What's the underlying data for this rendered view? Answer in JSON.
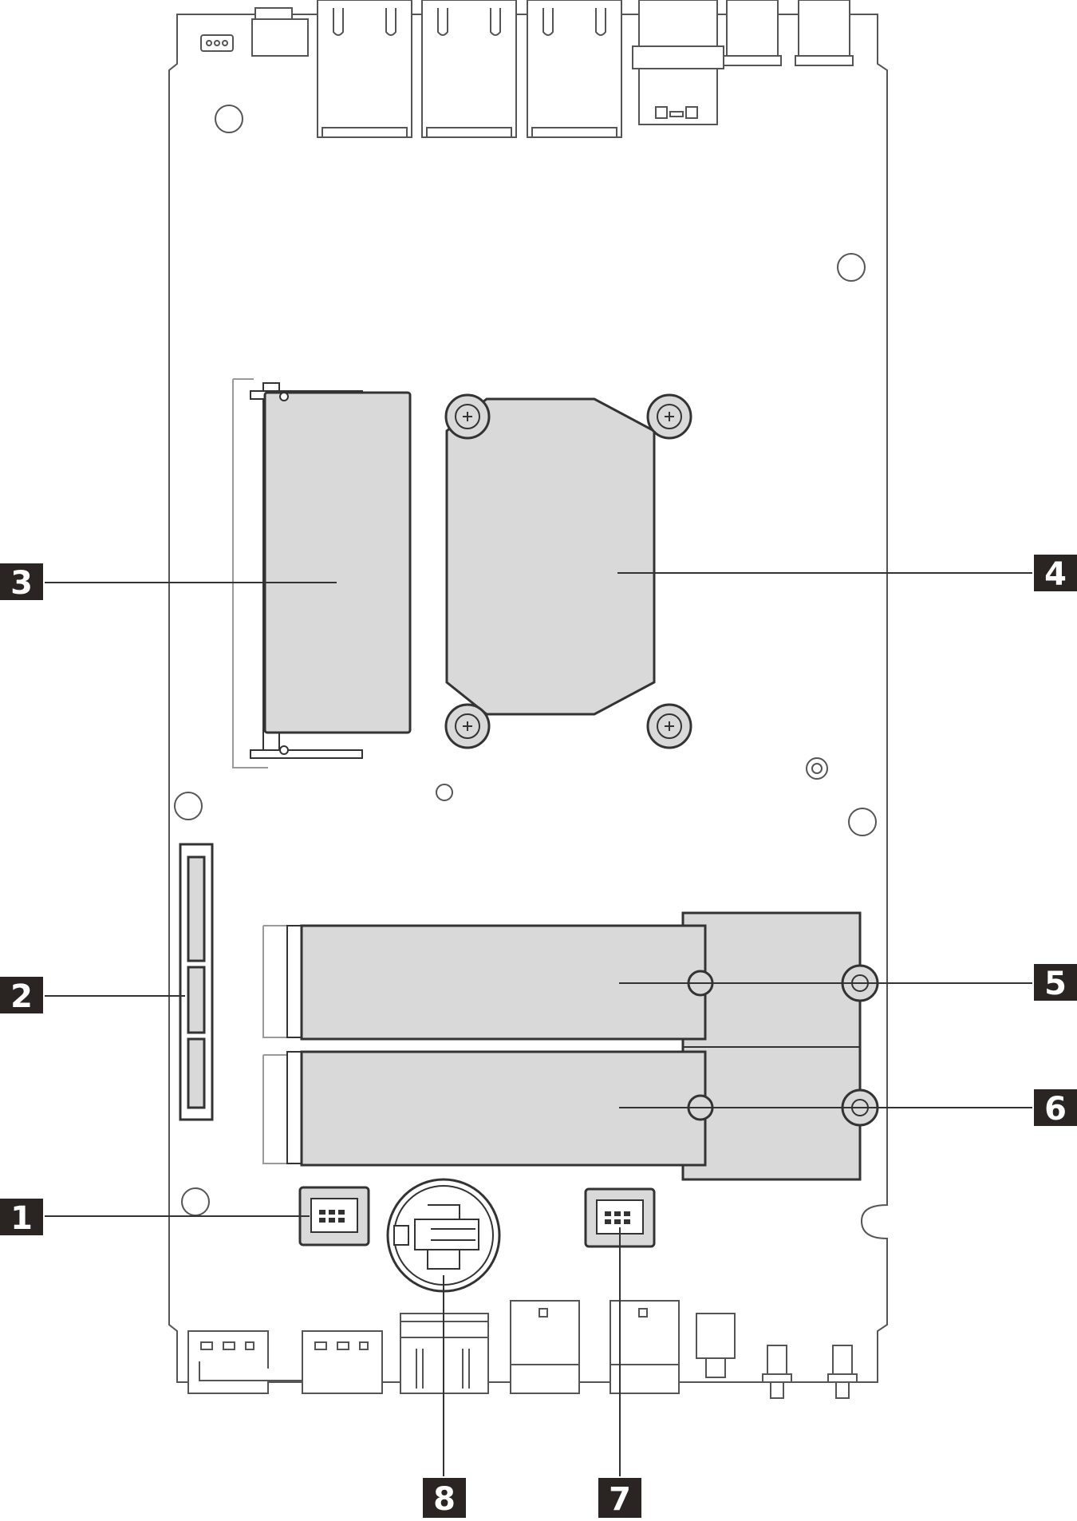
{
  "diagram": {
    "colors": {
      "outline": "#333333",
      "light_outline": "#9a9a9a",
      "component_fill": "#d9d9d9",
      "board_fill": "#ffffff",
      "callout_bg": "#2a2523",
      "callout_text": "#ffffff"
    },
    "callouts": [
      {
        "id": "1",
        "label": "1"
      },
      {
        "id": "2",
        "label": "2"
      },
      {
        "id": "3",
        "label": "3"
      },
      {
        "id": "4",
        "label": "4"
      },
      {
        "id": "5",
        "label": "5"
      },
      {
        "id": "6",
        "label": "6"
      },
      {
        "id": "7",
        "label": "7"
      },
      {
        "id": "8",
        "label": "8"
      }
    ]
  }
}
